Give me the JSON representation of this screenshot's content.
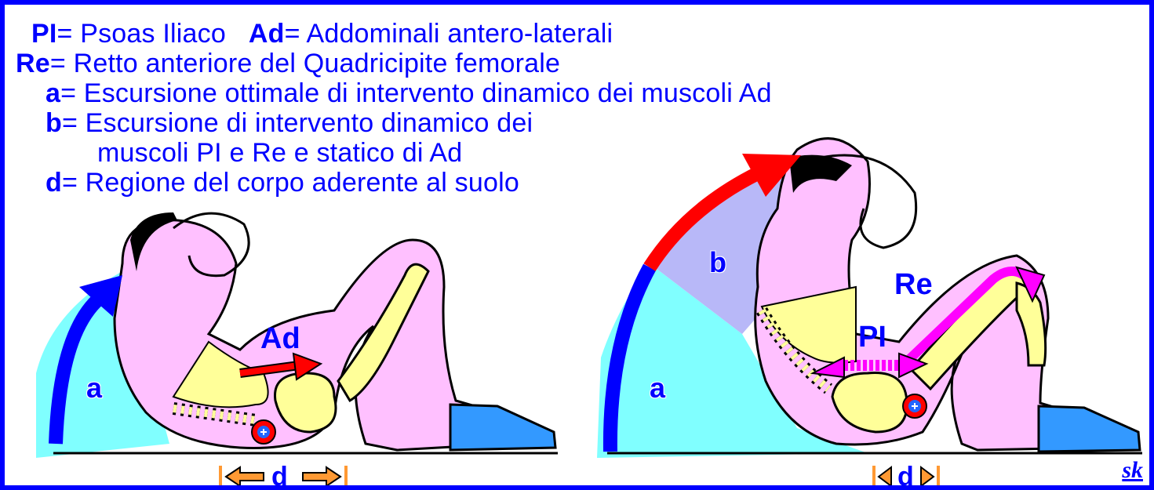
{
  "legend": {
    "pi_key": "PI",
    "pi_text": "= Psoas Iliaco",
    "ad_key": "Ad",
    "ad_text": "= Addominali antero-laterali",
    "re_key": "Re",
    "re_text": "= Retto anteriore del Quadricipite femorale",
    "a_key": "a",
    "a_text": "= Escursione ottimale di intervento dinamico dei muscoli Ad",
    "b_key": "b",
    "b_text_1": "= Escursione di intervento dinamico dei",
    "b_text_2": "muscoli PI e Re e statico di Ad",
    "d_key": "d",
    "d_text": "= Regione del corpo aderente al suolo"
  },
  "figure_left": {
    "label_a": "a",
    "label_ad": "Ad",
    "label_d": "d"
  },
  "figure_right": {
    "label_a": "a",
    "label_b": "b",
    "label_re": "Re",
    "label_pi": "PI",
    "label_d": "d"
  },
  "signature": "sk",
  "colors": {
    "frame": "#0000ff",
    "skin": "#ffc0ff",
    "bone": "#ffff99",
    "cyan_area": "#80ffff",
    "lavender_area": "#b8b8f8",
    "arrow_red": "#ff0000",
    "arrow_blue": "#0000ff",
    "arrow_magenta": "#ff00ff",
    "shoe": "#3399ff",
    "d_bracket": "#ff9933"
  }
}
